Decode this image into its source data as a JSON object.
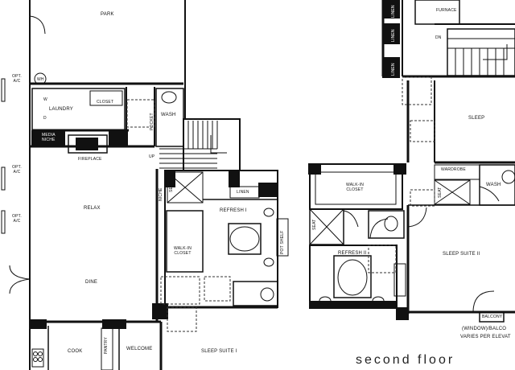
{
  "rooms": {
    "park": "PARK",
    "wh": "WH",
    "laundry": "LAUNDRY",
    "w": "W",
    "d": "D",
    "closet": "CLOSET",
    "wash_first": "WASH",
    "pocket": "POCKET",
    "media_niche": "MEDIA NICHE",
    "fireplace": "FIREPLACE",
    "up": "UP",
    "relax": "RELAX",
    "dine": "DINE",
    "seat_first": "SEAT",
    "niche": "NICHE",
    "linen_first": "LINEN",
    "refresh_one": "REFRESH I",
    "walk_in_closet_first": "WALK-IN CLOSET",
    "pot_shelf": "POT SHELF",
    "cook": "COOK",
    "pantry": "PANTRY",
    "welcome": "WELCOME",
    "sleep_suite_one": "SLEEP SUITE I",
    "furnace": "FURNACE",
    "dn": "DN",
    "sleep": "SLEEP",
    "wardrobe": "WARDROBE",
    "wash_second": "WASH",
    "seat_second_a": "SEAT",
    "seat_second_b": "SEAT",
    "walk_in_closet_second": "WALK-IN CLOSET",
    "refresh_two": "REFRESH II",
    "sleep_suite_two": "SLEEP SUITE II",
    "linen_second_a": "LINEN",
    "linen_second_b": "LINEN",
    "linen_second_c": "LINEN",
    "balcony": "BALCONY",
    "balcony_note_1": "(WINDOW)/BALCO",
    "balcony_note_2": "VARIES PER ELEVAT",
    "opt_ac": "OPT. A/C"
  },
  "floor_title": "second floor"
}
